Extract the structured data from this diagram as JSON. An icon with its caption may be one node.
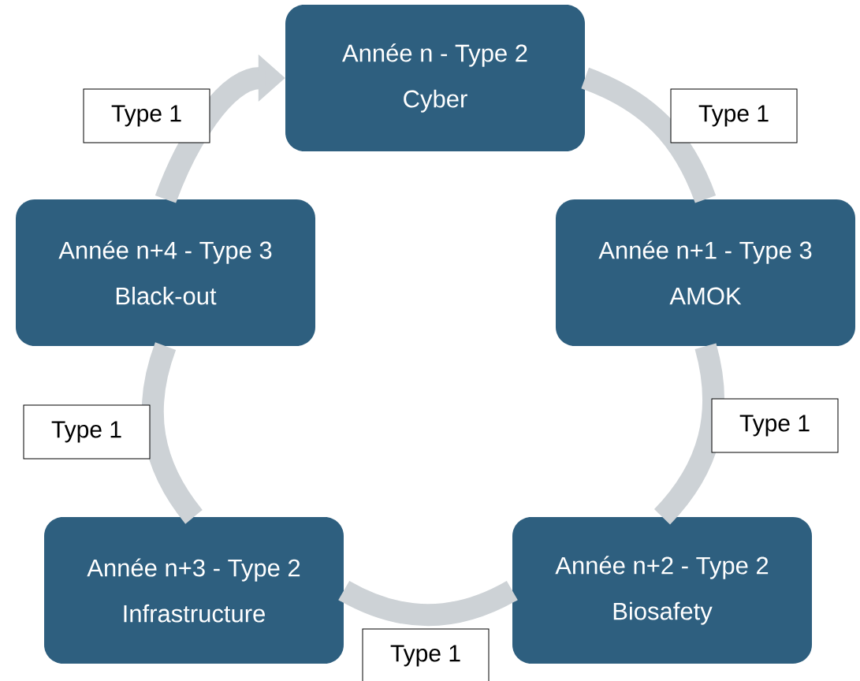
{
  "diagram": {
    "nodes": [
      {
        "text": [
          "Année n - Type 2",
          "Cyber"
        ]
      },
      {
        "text": [
          "Année n+1 - Type 3",
          "AMOK"
        ]
      },
      {
        "text": [
          "Année n+2 - Type 2",
          "Biosafety"
        ]
      },
      {
        "text": [
          "Année n+3 - Type 2",
          "Infrastructure"
        ]
      },
      {
        "text": [
          "Année n+4 - Type 3",
          "Black-out"
        ]
      }
    ],
    "edges": [
      {
        "from": 0,
        "to": 1,
        "arrow": "none",
        "label": "Type 1"
      },
      {
        "from": 1,
        "to": 2,
        "arrow": "none",
        "label": "Type 1"
      },
      {
        "from": 2,
        "to": 3,
        "arrow": "none",
        "label": "Type 1"
      },
      {
        "from": 3,
        "to": 4,
        "arrow": "none",
        "label": "Type 1"
      },
      {
        "from": 4,
        "to": 0,
        "arrow": "to",
        "label": "Type 1"
      }
    ]
  }
}
